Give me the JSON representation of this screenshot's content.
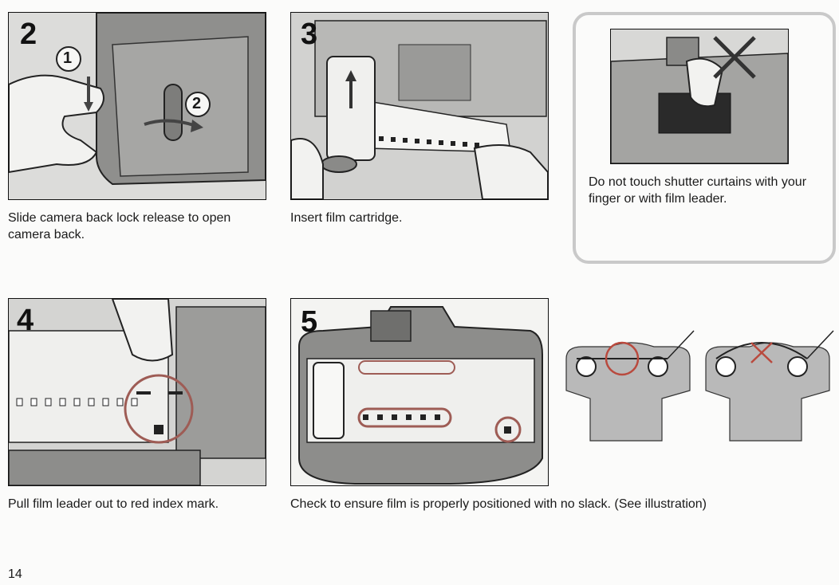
{
  "page": {
    "number": "14"
  },
  "steps": [
    {
      "num": "2",
      "caption": "Slide camera back lock release to open camera back."
    },
    {
      "num": "3",
      "caption": "Insert film cartridge."
    },
    {
      "num": "4",
      "caption": "Pull film leader out to red index mark."
    },
    {
      "num": "5",
      "caption": "Check to ensure film is properly positioned with no slack. (See illustration)"
    }
  ],
  "callouts": {
    "circle_1": "1",
    "circle_2": "2"
  },
  "warning": {
    "text": "Do not touch shutter curtains with your finger or with film leader."
  },
  "colors": {
    "accent_red": "#b94a3e",
    "diagram_fill": "#b9b9b9",
    "outline": "#111111"
  },
  "icons": [
    "cross-mark-icon",
    "arrow-icon",
    "circle-mark-icon"
  ]
}
